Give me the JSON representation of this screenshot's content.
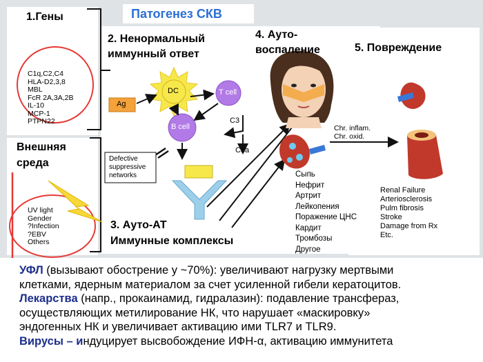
{
  "title": "Патогенез СКВ",
  "sections": {
    "genes": "1.Гены",
    "abnormal_immune_line1": "2. Ненормальный",
    "abnormal_immune_line2": "иммунный ответ",
    "autoinflammation_line1": "4. Ауто-",
    "autoinflammation_line2": "воспаление",
    "damage": "5. Повреждение",
    "environment_line1": "Внешняя",
    "environment_line2": "среда",
    "autoat_line1": "3. Ауто-АТ",
    "autoat_line2": "Иммунные комплексы"
  },
  "gene_list": [
    "C1q,C2,C4",
    "HLA-D2,3,8",
    "MBL",
    "FcR 2A,3A,2B",
    "IL-10",
    "MCP-1",
    "PTPN22"
  ],
  "environment_list": [
    "UV light",
    "Gender",
    "?Infection",
    "?EBV",
    "Others"
  ],
  "cells": {
    "dc": "DC",
    "tcell": "T cell",
    "bcell": "B cell",
    "ag": "Ag",
    "c3": "C3",
    "c3a": "C3a"
  },
  "defective_box": [
    "Defective",
    "suppressive",
    "networks"
  ],
  "inflammation": [
    "Chr. inflam.",
    "Chr. oxid."
  ],
  "symptoms": [
    "Сыпь",
    "Нефрит",
    "Артрит",
    "Лейкопения",
    "Поражение ЦНС",
    "Кардит",
    "Тромбозы",
    "Другое"
  ],
  "outcomes": [
    "Renal Failure",
    "Arteriosclerosis",
    "Pulm fibrosis",
    "Stroke",
    "Damage from Rx",
    "Etc."
  ],
  "notes": {
    "p1_bold": "УФЛ",
    "p1_text": " (вызывают обострение у ~70%): увеличивают нагрузку мертвыми",
    "p2_text": "клетками, ядерным материалом за счет усиленной гибели кератоцитов.",
    "p3_bold": "Лекарства",
    "p3_text": " (напр., прокаинамид, гидралазин): подавление трансфераз,",
    "p4_text": "осуществляющих метилирование НК, что нарушает «маскировку»",
    "p5_text": "эндогенных НК и  увеличивает активацию ими TLR7 и TLR9.",
    "p6_bold": "Вирусы – и",
    "p6_text": "ндуцирует высвобождение ИФН-α, активацию иммунитета"
  },
  "colors": {
    "title": "#2a6fd6",
    "heading": "#1b2e8c",
    "cell_yellow": "#f6e84a",
    "cell_purple": "#b27ae6",
    "ag_orange": "#f4a23a",
    "antibody_blue": "#9ccfea",
    "arrow_red": "#e53935"
  }
}
